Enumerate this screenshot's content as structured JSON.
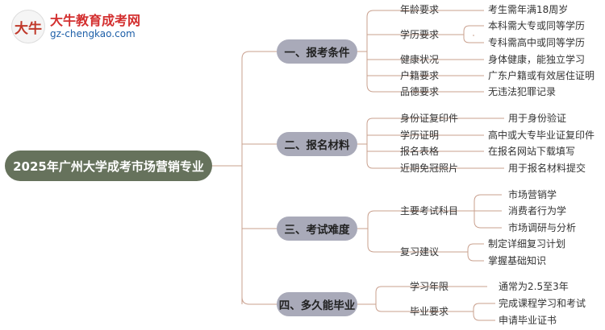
{
  "logo": {
    "name": "大牛教育成考网",
    "url": "gz-chengkao.com",
    "mark": "大牛"
  },
  "root": "2025年广州大学成考市场营销专业",
  "sections": [
    {
      "title": "一、报考条件",
      "items": [
        {
          "label": "年龄要求",
          "values": [
            "考生需年满18周岁"
          ]
        },
        {
          "label": "学历要求",
          "values": [
            "本科需大专或同等学历",
            "专科需高中或同等学历"
          ]
        },
        {
          "label": "健康状况",
          "values": [
            "身体健康，能独立学习"
          ]
        },
        {
          "label": "户籍要求",
          "values": [
            "广东户籍或有效居住证明"
          ]
        },
        {
          "label": "品德要求",
          "values": [
            "无违法犯罪记录"
          ]
        }
      ]
    },
    {
      "title": "二、报名材料",
      "items": [
        {
          "label": "身份证复印件",
          "values": [
            "用于身份验证"
          ]
        },
        {
          "label": "学历证明",
          "values": [
            "高中或大专毕业证复印件"
          ]
        },
        {
          "label": "报名表格",
          "values": [
            "在报名网站下载填写"
          ]
        },
        {
          "label": "近期免冠照片",
          "values": [
            "用于报名材料提交"
          ]
        }
      ]
    },
    {
      "title": "三、考试难度",
      "items": [
        {
          "label": "主要考试科目",
          "values": [
            "市场营销学",
            "消费者行为学",
            "市场调研与分析"
          ]
        },
        {
          "label": "复习建议",
          "values": [
            "制定详细复习计划",
            "掌握基础知识"
          ]
        }
      ]
    },
    {
      "title": "四、多久能毕业",
      "items": [
        {
          "label": "学习年限",
          "values": [
            "通常为2.5至3年"
          ]
        },
        {
          "label": "毕业要求",
          "values": [
            "完成课程学习和考试",
            "申请毕业证书"
          ]
        }
      ]
    }
  ]
}
